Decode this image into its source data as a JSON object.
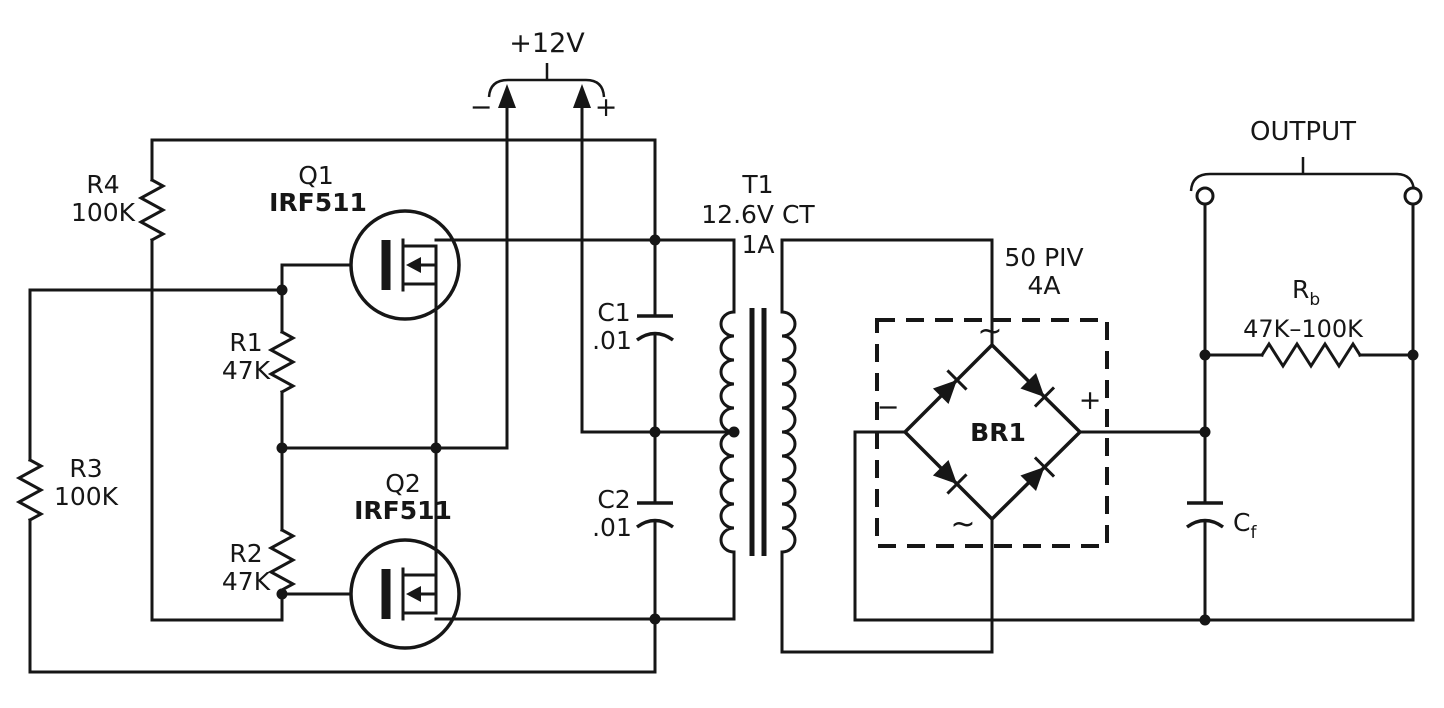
{
  "schematic": {
    "supply": {
      "label": "+12V",
      "minus": "−",
      "plus": "+"
    },
    "transistors": {
      "q1": {
        "ref": "Q1",
        "part": "IRF511"
      },
      "q2": {
        "ref": "Q2",
        "part": "IRF511"
      }
    },
    "resistors": {
      "r1": {
        "ref": "R1",
        "value": "47K"
      },
      "r2": {
        "ref": "R2",
        "value": "47K"
      },
      "r3": {
        "ref": "R3",
        "value": "100K"
      },
      "r4": {
        "ref": "R4",
        "value": "100K"
      },
      "rb": {
        "ref": "R",
        "sub": "b",
        "value": "47K–100K"
      }
    },
    "capacitors": {
      "c1": {
        "ref": "C1",
        "value": ".01"
      },
      "c2": {
        "ref": "C2",
        "value": ".01"
      },
      "cf": {
        "ref": "C",
        "sub": "f"
      }
    },
    "transformer": {
      "ref": "T1",
      "spec": "12.6V CT",
      "current": "1A"
    },
    "rectifier": {
      "ref": "BR1",
      "rating": "50 PIV",
      "current": "4A",
      "ac1": "~",
      "ac2": "~",
      "neg": "−",
      "pos": "+"
    },
    "output": {
      "label": "OUTPUT"
    }
  },
  "colors": {
    "ink": "#161616",
    "paper": "#ffffff"
  }
}
